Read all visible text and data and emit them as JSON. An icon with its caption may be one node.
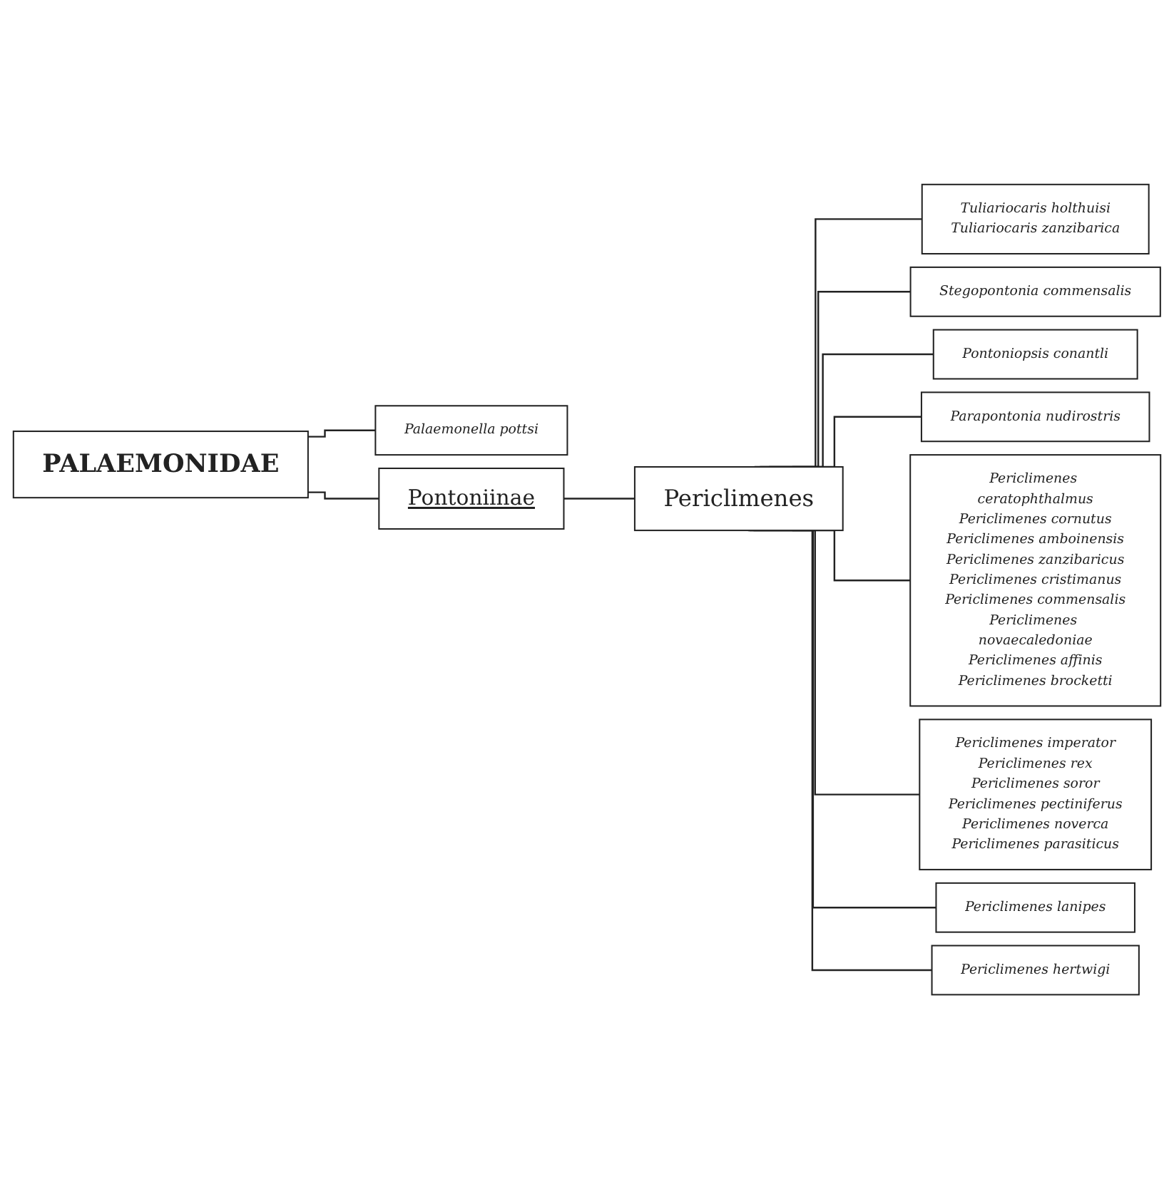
{
  "diagram": {
    "nodes": [
      {
        "text": [
          "Tuliariocaris holthuisi",
          "Tuliariocaris zanzibarica"
        ]
      },
      {
        "text": [
          "Stegopontonia commensalis"
        ]
      },
      {
        "text": [
          "Pontoniopsis conantli"
        ]
      },
      {
        "text": [
          "Parapontonia nudirostris"
        ]
      },
      {
        "text": [
          "Periclimenes ceratophthalmus",
          "Periclimenes cornutus",
          "Periclimenes amboinensis",
          "Periclimenes zanzibaricus",
          "Periclimenes cristimanus",
          "Periclimenes commensalis",
          "Periclimenes novaecaledoniae",
          "Periclimenes affinis",
          "Periclimenes brocketti"
        ]
      },
      {
        "text": [
          "Periclimenes imperator",
          "Periclimenes rex",
          "Periclimenes soror",
          "Periclimenes pectiniferus",
          "Periclimenes noverca",
          "Periclimenes parasiticus"
        ]
      },
      {
        "text": [
          "Periclimenes lanipes"
        ]
      },
      {
        "text": [
          "Periclimenes hertwigi"
        ]
      },
      {
        "text": [
          "Palaemonella pottsi"
        ]
      },
      {
        "text": [
          "Periclimenes"
        ]
      },
      {
        "text": [
          "Pontoniinae"
        ]
      },
      {
        "text": [
          "PALAEMONIDAE"
        ]
      }
    ],
    "edges": [
      {
        "from": 11,
        "to": 10,
        "arrow": "none"
      },
      {
        "from": 11,
        "to": 8,
        "arrow": "none"
      },
      {
        "from": 10,
        "to": 9,
        "arrow": "none"
      },
      {
        "from": 9,
        "to": 0,
        "arrow": "none"
      },
      {
        "from": 9,
        "to": 1,
        "arrow": "none"
      },
      {
        "from": 9,
        "to": 2,
        "arrow": "none"
      },
      {
        "from": 9,
        "to": 3,
        "arrow": "none"
      },
      {
        "from": 9,
        "to": 4,
        "arrow": "none"
      },
      {
        "from": 9,
        "to": 5,
        "arrow": "none"
      },
      {
        "from": 9,
        "to": 6,
        "arrow": "none"
      },
      {
        "from": 9,
        "to": 7,
        "arrow": "none"
      }
    ]
  }
}
